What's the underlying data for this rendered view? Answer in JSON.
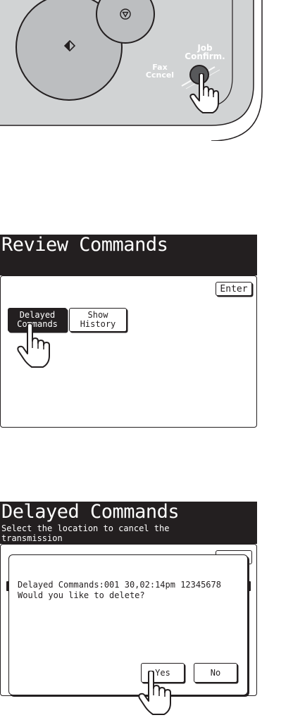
{
  "fax_panel": {
    "job_confirm_label_line1": "Job",
    "job_confirm_label_line2": "Confirm.",
    "fax_cancel_label_line1": "Fax",
    "fax_cancel_label_line2": "Ccncel",
    "start_icon": "start-diamond-icon",
    "stop_icon": "stop-triangle-icon"
  },
  "review_screen": {
    "title": "Review Commands",
    "enter_label": "Enter",
    "buttons": [
      {
        "line1": "Delayed",
        "line2": "Commands",
        "selected": true
      },
      {
        "line1": "Show",
        "line2": "History",
        "selected": false
      }
    ]
  },
  "delayed_screen": {
    "title": "Delayed Commands",
    "subtitle_line1": "Select the location to cancel the",
    "subtitle_line2": "transmission",
    "dialog": {
      "message_line1": "Delayed Commands:001 30,02:14pm 12345678",
      "message_line2": "Would you like to delete?",
      "yes_label": "Yes",
      "no_label": "No"
    }
  },
  "colors": {
    "panel_fill": "#d1d3d4",
    "button_fill": "#bcbec0",
    "ink": "#231f20",
    "lcd_header": "#231f20"
  }
}
